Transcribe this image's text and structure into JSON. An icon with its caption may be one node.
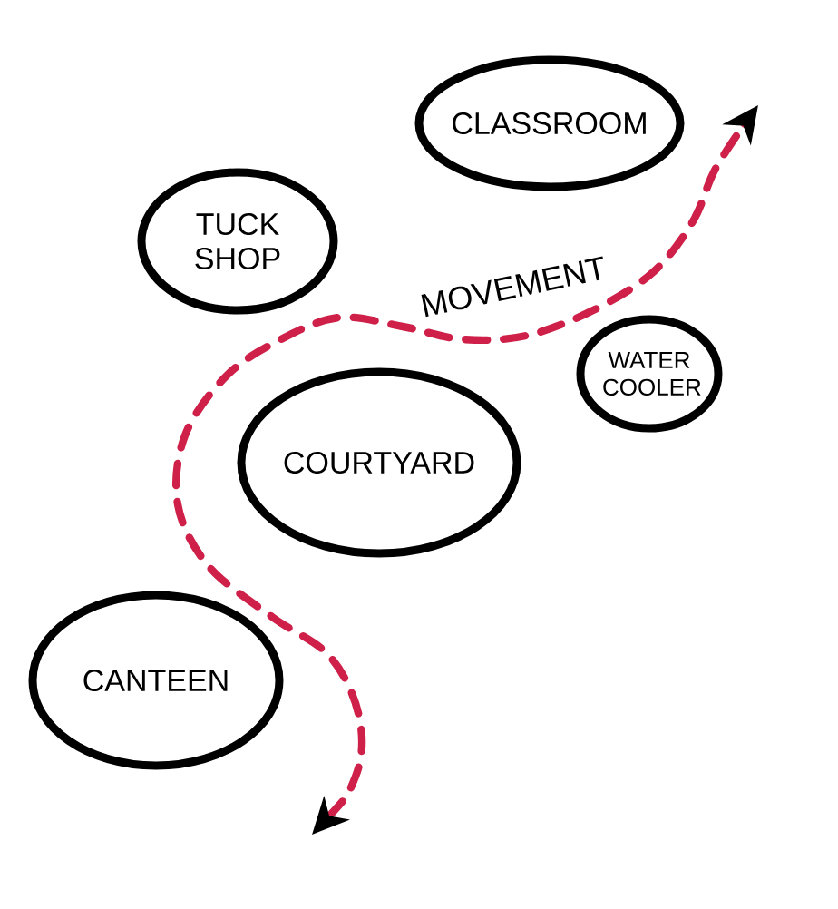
{
  "diagram": {
    "nodes": [
      {
        "text": [
          "CLASSROOM"
        ]
      },
      {
        "text": [
          "TUCK SHOP"
        ]
      },
      {
        "text": [
          "WATER COOLER"
        ]
      },
      {
        "text": [
          "COURTYARD"
        ]
      },
      {
        "text": [
          "CANTEEN"
        ]
      }
    ],
    "labels": [
      "MOVEMENT"
    ]
  }
}
